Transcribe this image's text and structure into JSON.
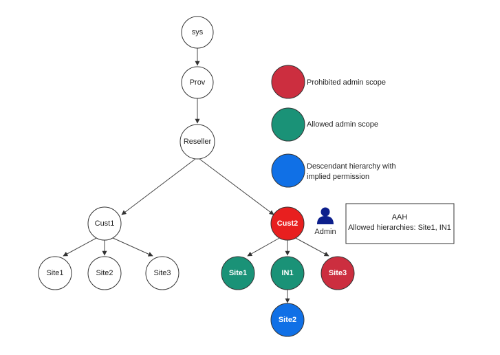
{
  "colors": {
    "prohibited": "#cc2e3f",
    "allowed": "#1a9277",
    "descendant": "#1070e6",
    "cust2": "#e81f1f",
    "admin_icon": "#0d1f8c",
    "stroke": "#333333"
  },
  "nodes": {
    "sys": "sys",
    "prov": "Prov",
    "reseller": "Reseller",
    "cust1": "Cust1",
    "cust1_site1": "Site1",
    "cust1_site2": "Site2",
    "cust1_site3": "Site3",
    "cust2": "Cust2",
    "cust2_site1": "Site1",
    "cust2_in1": "IN1",
    "cust2_site3": "Site3",
    "in1_site2": "Site2"
  },
  "legend": {
    "prohibited": "Prohibited admin scope",
    "allowed": "Allowed admin scope",
    "descendant_line1": "Descendant hierarchy with",
    "descendant_line2": "implied permission"
  },
  "admin": {
    "icon": "user-icon",
    "label": "Admin"
  },
  "info_box": {
    "title": "AAH",
    "text": "Allowed hierarchies: Site1, IN1"
  }
}
